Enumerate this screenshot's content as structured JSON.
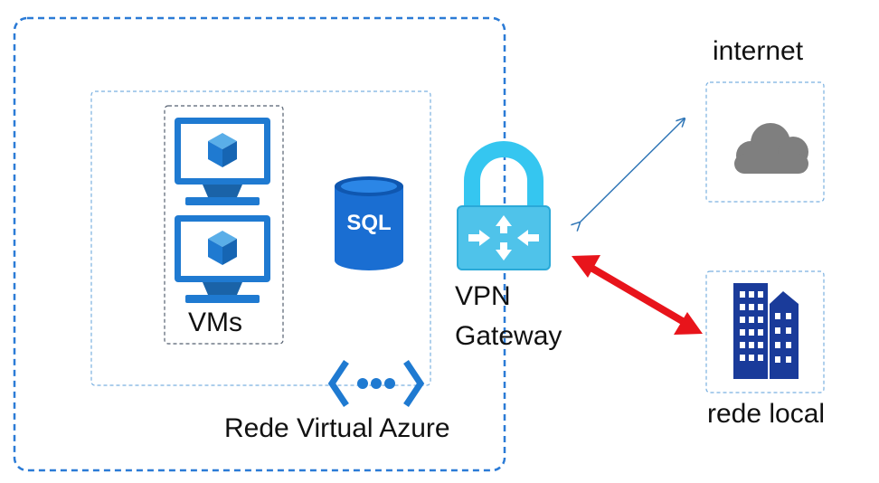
{
  "labels": {
    "vms": "VMs",
    "vpn_line1": "VPN",
    "vpn_line2": "Gateway",
    "vnet": "Rede Virtual Azure",
    "internet": "internet",
    "local_network": "rede local",
    "sql": "SQL"
  },
  "icons": {
    "vm": "virtual-machine-icon",
    "database": "sql-database-icon",
    "gateway": "vpn-gateway-lock-icon",
    "vnet": "virtual-network-icon",
    "cloud": "cloud-icon",
    "building": "building-icon"
  },
  "colors": {
    "azure_border": "#2b7bd6",
    "light_border": "#7ab0e0",
    "vm_blue": "#1f7ad1",
    "sql_blue": "#1a6ed2",
    "lock_cyan": "#35c6f0",
    "cloud_gray": "#7f7f7f",
    "building_navy": "#1a3b9a",
    "secure_link": "#e8141b",
    "internet_link": "#2e75b6"
  }
}
